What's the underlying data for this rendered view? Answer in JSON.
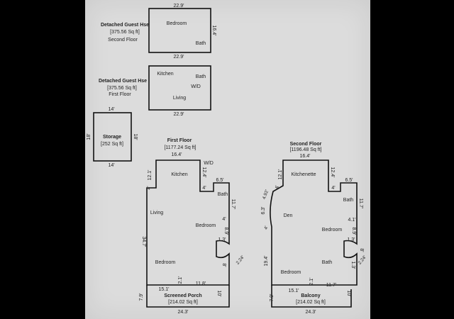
{
  "colors": {
    "paper": "#dcdcdc",
    "ink": "#111111",
    "background": "#000000"
  },
  "guest_second": {
    "title": "Detached Guest Hse",
    "area": "[375.56 Sq ft]",
    "floor": "Second Floor",
    "dim_top": "22.9'",
    "dim_right": "16.4'",
    "dim_bottom": "22.9'",
    "rooms": {
      "bedroom": "Bedroom",
      "bath": "Bath"
    }
  },
  "guest_first": {
    "title": "Detached Guest Hse",
    "area": "[375.56 Sq ft]",
    "floor": "First Floor",
    "dim_bottom": "22.9'",
    "rooms": {
      "kitchen": "Kitchen",
      "bath": "Bath",
      "wd": "W/D",
      "living": "Living"
    }
  },
  "storage": {
    "title": "Storage",
    "area": "[252 Sq ft]",
    "dim_top": "14'",
    "dim_left": "18'",
    "dim_right": "18'",
    "dim_bottom": "14'"
  },
  "first_floor": {
    "title": "First Floor",
    "area": "[1177.24 Sq ft]",
    "dim_top": "16.4'",
    "rooms": {
      "kitchen": "Kitchen",
      "wd": "W/D",
      "bath": "Bath",
      "living": "Living",
      "bedroom1": "Bedroom",
      "bedroom2": "Bedroom"
    },
    "dims": {
      "d121": "12.1'",
      "d4a": "4'",
      "d124": "12.4'",
      "d4b": "4'",
      "d65": "6.5'",
      "d117": "11.7'",
      "d4c": "4'",
      "d89": "8.9'",
      "d13": "1.3'",
      "d347": "34.7'",
      "d224": "2.24'",
      "d8": "8'",
      "d21": "2.1'",
      "d118": "11.8'",
      "d151": "15.1'",
      "d79": "7.9'",
      "d10": "10'",
      "d243": "24.3'"
    },
    "porch": {
      "title": "Screened Porch",
      "area": "[214.02 Sq ft]"
    }
  },
  "second_floor": {
    "title": "Second Floor",
    "area": "[1196.48 Sq ft]",
    "dim_top": "16.4'",
    "rooms": {
      "kitchenette": "Kitchenette",
      "bath1": "Bath",
      "den": "Den",
      "bedroom1": "Bedroom",
      "bedroom2": "Bedroom",
      "bath2": "Bath"
    },
    "dims": {
      "d121": "12.1'",
      "d4a": "4'",
      "d124": "12.4'",
      "d4b": "4'",
      "d65": "6.5'",
      "d117": "11.7'",
      "d492": "4.92'",
      "d63": "6.3'",
      "d4": "4'",
      "d41": "4.1'",
      "d89": "8.9'",
      "d13a": "1.3'",
      "d194": "19.4'",
      "d8": "8'",
      "d13b": "1.3'",
      "d224": "2.24'",
      "d21": "2.1'",
      "d117b": "11.7'",
      "d151": "15.1'",
      "d79": "7.9'",
      "d10": "10'",
      "d243": "24.3'"
    },
    "balcony": {
      "title": "Balcony",
      "area": "[214.02 Sq ft]"
    }
  }
}
